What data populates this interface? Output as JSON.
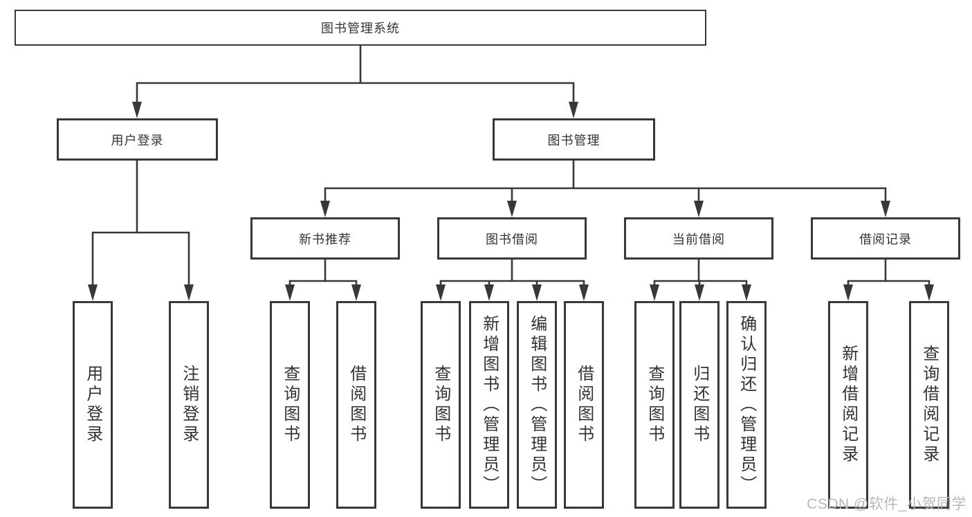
{
  "colors": {
    "background": "#ffffff",
    "line": "#383838",
    "box_border": "#383838",
    "text": "#333333",
    "watermark_text": "#b8b8b8"
  },
  "watermark": {
    "text": "CSDN @软件_小贺同学"
  },
  "tree": {
    "label": "图书管理系统",
    "children": [
      {
        "label": "用户登录",
        "children": [
          {
            "label": "用户登录"
          },
          {
            "label": "注销登录"
          }
        ]
      },
      {
        "label": "图书管理",
        "children": [
          {
            "label": "新书推荐",
            "children": [
              {
                "label": "查询图书"
              },
              {
                "label": "借阅图书"
              }
            ]
          },
          {
            "label": "图书借阅",
            "children": [
              {
                "label": "查询图书"
              },
              {
                "label": "新增图书（管理员）"
              },
              {
                "label": "编辑图书（管理员）"
              },
              {
                "label": "借阅图书"
              }
            ]
          },
          {
            "label": "当前借阅",
            "children": [
              {
                "label": "查询图书"
              },
              {
                "label": "归还图书"
              },
              {
                "label": "确认归还（管理员）"
              }
            ]
          },
          {
            "label": "借阅记录",
            "children": [
              {
                "label": "新增借阅记录"
              },
              {
                "label": "查询借阅记录"
              }
            ]
          }
        ]
      }
    ]
  }
}
